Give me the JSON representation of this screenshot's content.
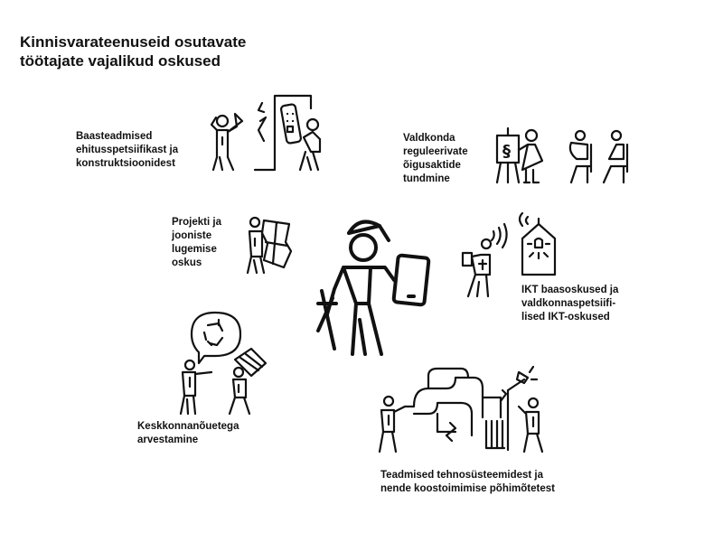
{
  "title": {
    "line1": "Kinnisvarateenuseid osutavate",
    "line2": "töötajate vajalikud oskused"
  },
  "skills": [
    {
      "label": "Baasteadmised\nehitusspetsiifikast ja\nkonstruktsioonidest",
      "icon": "construction-workers-icon"
    },
    {
      "label": "Valdkonda\nreguleerivate\nõigusaktide\ntundmine",
      "icon": "law-presentation-icon"
    },
    {
      "label": "Projekti ja\njooniste\nlugemise\noskus",
      "icon": "worker-reading-map-icon"
    },
    {
      "label": "IKT baasoskused ja\nvaldkonnaspetsiifi-\nlised IKT-oskused",
      "icon": "smart-home-icon"
    },
    {
      "label": "Keskkonnanõuetega\narvestamine",
      "icon": "recycling-icon"
    },
    {
      "label": "Teadmised tehnosüsteemidest ja\nnende koostoimimise põhimõtetest",
      "icon": "technical-systems-icon"
    }
  ],
  "center_icon": "worker-with-tablet-icon"
}
